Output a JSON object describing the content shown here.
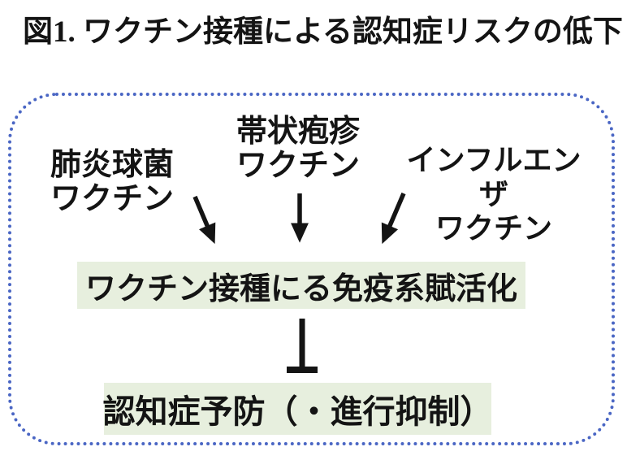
{
  "title": "図1. ワクチン接種による認知症リスクの低下",
  "colors": {
    "border_blue": "#4a66c4",
    "box_green": "#e7efde",
    "ink": "#141414"
  },
  "diagram": {
    "vaccines": [
      {
        "line1": "肺炎球菌",
        "line2": "ワクチン"
      },
      {
        "line1": "帯状疱疹",
        "line2": "ワクチン"
      },
      {
        "line1": "インフルエンザ",
        "line2": "ワクチン"
      }
    ],
    "mediator": "ワクチン接種にる免疫系賦活化",
    "outcome": "認知症予防（・進行抑制）",
    "icons": {
      "arrow_down": "↓",
      "arrow_down_right": "↘",
      "arrow_down_left": "↙",
      "inhibition_tbar": "⊥"
    }
  }
}
